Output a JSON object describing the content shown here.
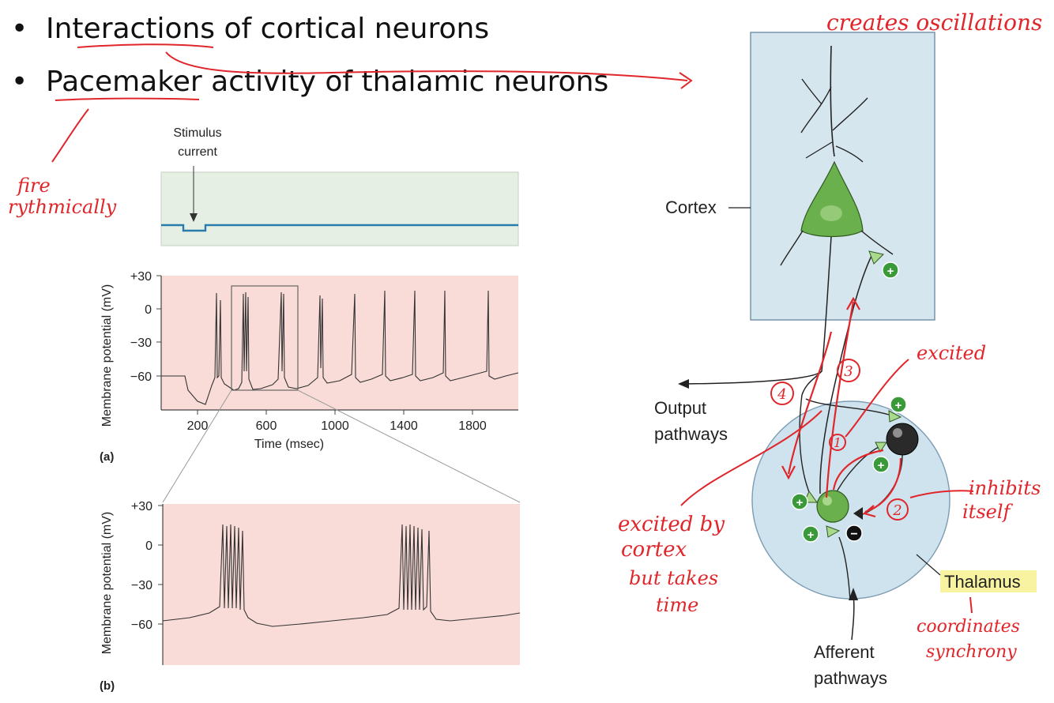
{
  "bullets": [
    {
      "text": "Interactions of cortical neurons"
    },
    {
      "text": "Pacemaker  activity of thalamic neurons"
    }
  ],
  "figure_a": {
    "stimulus_label_1": "Stimulus",
    "stimulus_label_2": "current",
    "y_axis_label": "Membrane potential (mV)",
    "y_ticks": [
      "+30",
      "0",
      "−30",
      "−60"
    ],
    "x_ticks": [
      "200",
      "600",
      "1000",
      "1400",
      "1800"
    ],
    "x_axis_label": "Time (msec)",
    "panel_label": "(a)"
  },
  "figure_b": {
    "y_axis_label": "Membrane potential (mV)",
    "y_ticks": [
      "+30",
      "0",
      "−30",
      "−60"
    ],
    "panel_label": "(b)"
  },
  "diagram": {
    "cortex_label": "Cortex",
    "output_label_1": "Output",
    "output_label_2": "pathways",
    "thalamus_label": "Thalamus",
    "afferent_label_1": "Afferent",
    "afferent_label_2": "pathways",
    "plus_sign": "+",
    "minus_sign": "−"
  },
  "annotations": {
    "creates": "creates oscillations",
    "fire_1": "fire",
    "fire_2": "rythmically",
    "excited": "excited",
    "inhibits_1": "inhibits",
    "inhibits_2": "itself",
    "excited_by_1": "excited by",
    "excited_by_2": "cortex",
    "excited_by_3": "but takes",
    "excited_by_4": "time",
    "coordinates_1": "coordinates",
    "coordinates_2": "synchrony",
    "num_1": "1",
    "num_2": "2",
    "num_3": "3",
    "num_4": "4"
  },
  "colors": {
    "stimulus_bg": "#e6efe3",
    "membrane_bg": "#f9dcd7",
    "trace": "#2a7bab",
    "cortex_box": "#d6e6ef",
    "thalamus_circle": "#cfe3ee",
    "neuron_green": "#6ab04c",
    "annotation_red": "#e0262a",
    "highlight": "#f7f3a0"
  }
}
